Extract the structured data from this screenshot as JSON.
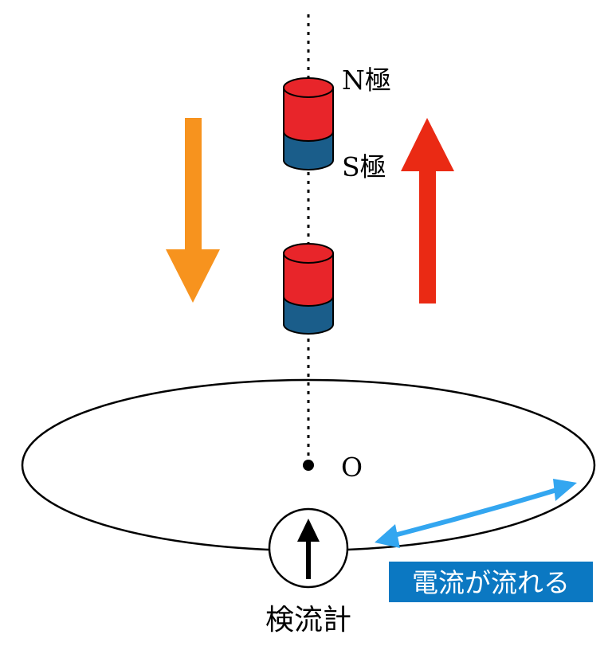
{
  "labels": {
    "north_pole": "N極",
    "south_pole": "S極",
    "center_point": "O",
    "galvanometer": "検流計",
    "current_flows": "電流が流れる"
  },
  "colors": {
    "magnet_north": "#e8252a",
    "magnet_south": "#1a5d8a",
    "arrow_down": "#f7931e",
    "arrow_up": "#ea2a14",
    "current_arrow": "#33a6f0",
    "badge_background": "#0b78c2",
    "outline": "#000000"
  },
  "icons": {
    "galvanometer_needle": "up-arrow-icon"
  }
}
